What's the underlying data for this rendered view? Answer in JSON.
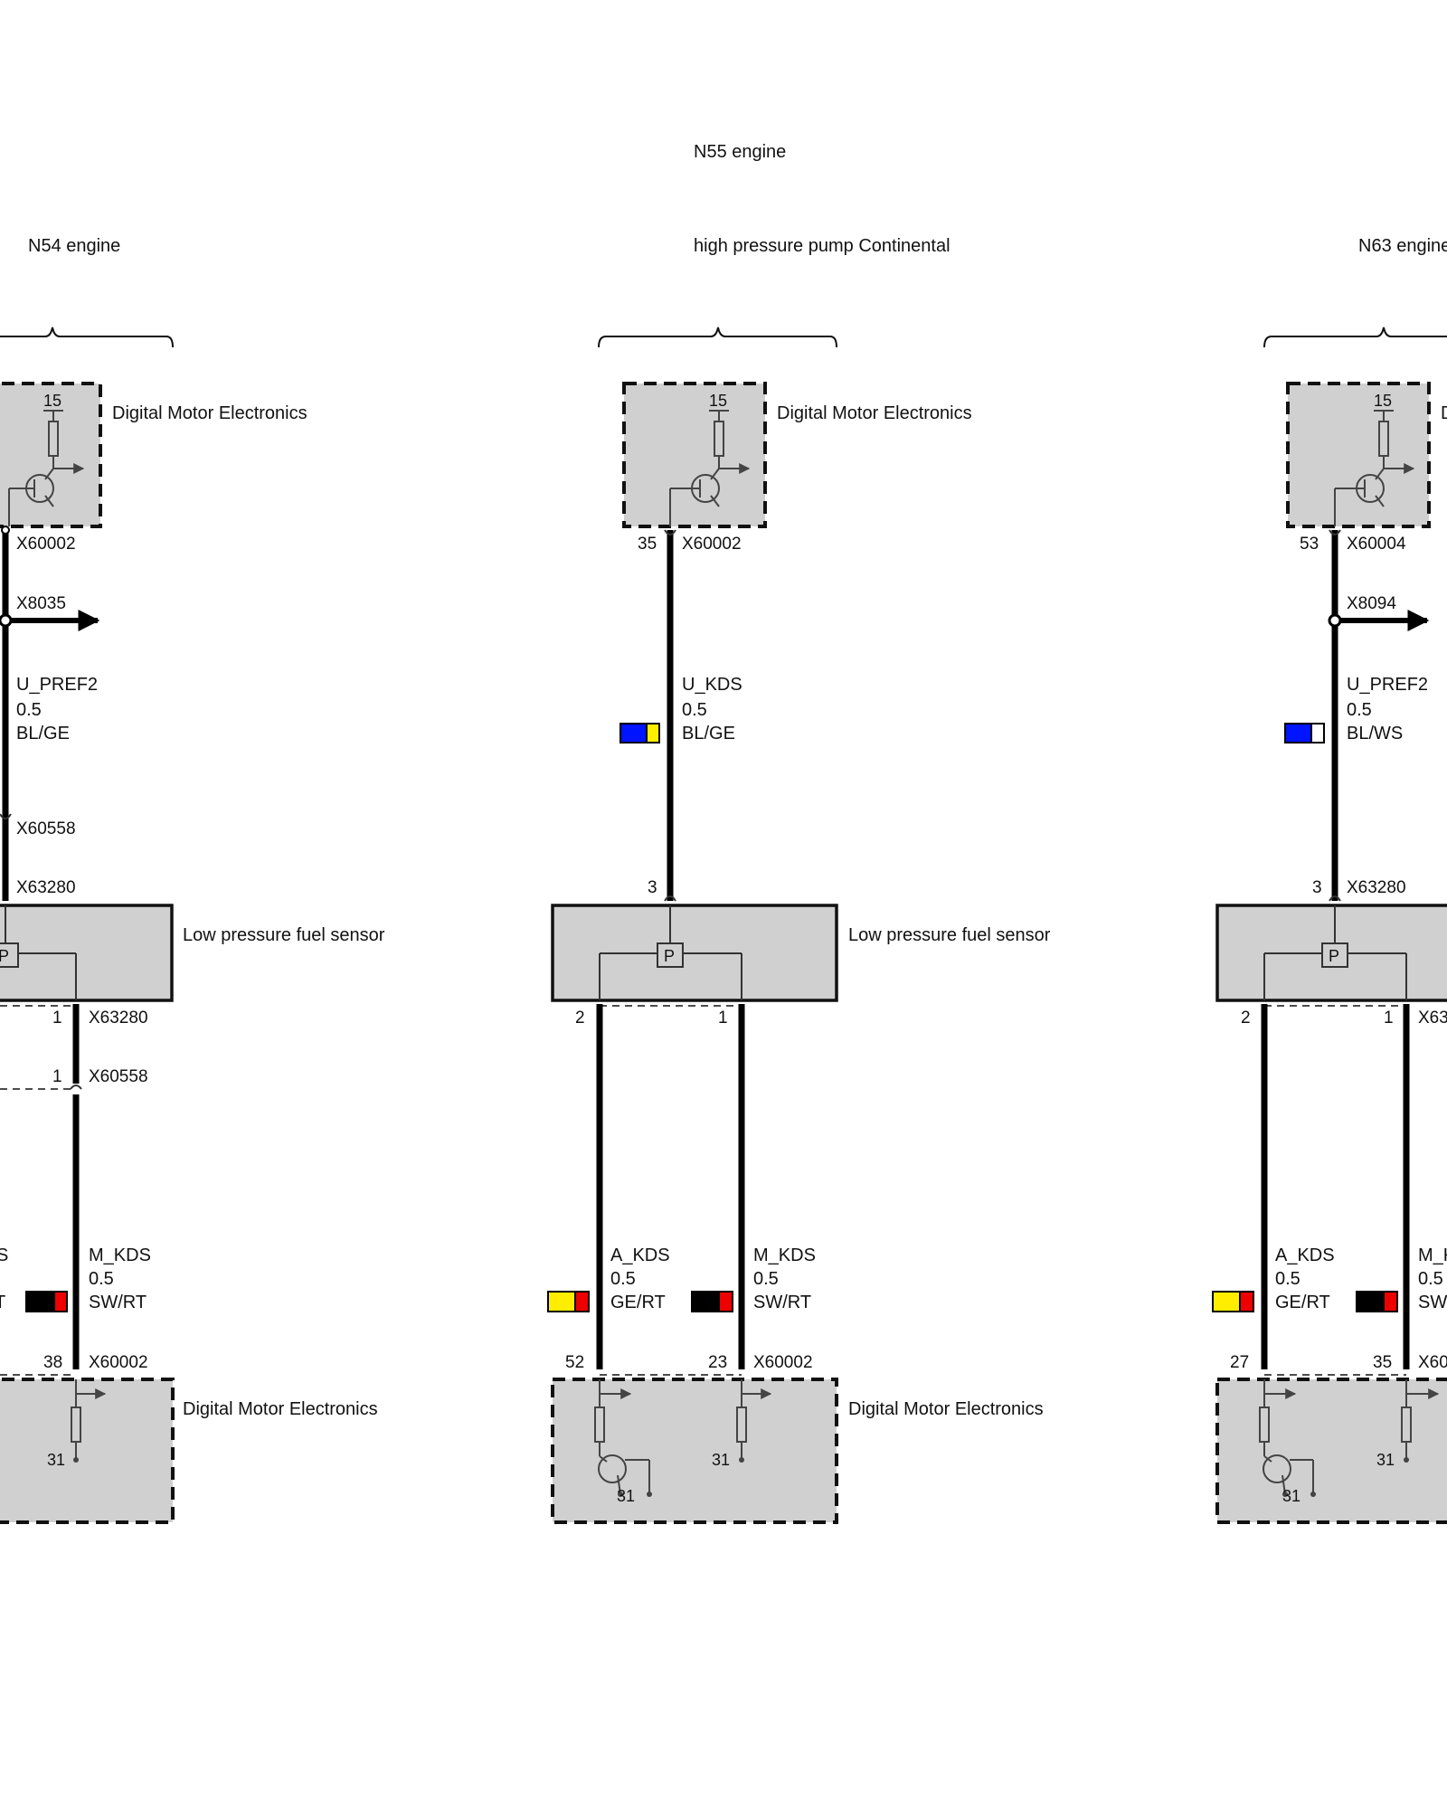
{
  "header": {
    "n55_title": "N55 engine",
    "n54_title": "N54 engine",
    "n55_subtitle": "high pressure pump Continental",
    "n63_title": "N63 engine"
  },
  "colors": {
    "blue": "#0014ff",
    "yellow": "#ffee00",
    "red": "#ee0000",
    "black": "#000000",
    "white": "#ffffff",
    "module_fill": "#d0d0d0"
  },
  "left": {
    "dme_top_label": "Digital Motor Electronics",
    "dme_top_terminal": "15",
    "conn_x60002_top": "X60002",
    "splice": "X8035",
    "wire1_name": "U_PREF2",
    "wire1_size": "0.5",
    "wire1_color": "BL/GE",
    "conn_x60558_top": "X60558",
    "conn_x63280_top": "X63280",
    "sensor_label": "Low pressure fuel sensor",
    "sensor_symbol": "P",
    "pin_bottom_right": "1",
    "conn_x63280_bottom": "X63280",
    "pin_x60558": "1",
    "conn_x60558_bottom": "X60558",
    "wire_partial_name": "S",
    "wire_partial_color": "T",
    "wire3_name": "M_KDS",
    "wire3_size": "0.5",
    "wire3_color": "SW/RT",
    "pin_38": "38",
    "conn_x60002_bottom": "X60002",
    "dme_bottom_label": "Digital Motor Electronics",
    "ground_31": "31"
  },
  "middle": {
    "dme_top_label": "Digital Motor Electronics",
    "dme_top_terminal": "15",
    "pin_35": "35",
    "conn_x60002_top": "X60002",
    "wire1_name": "U_KDS",
    "wire1_size": "0.5",
    "wire1_color": "BL/GE",
    "pin_3": "3",
    "sensor_label": "Low pressure fuel sensor",
    "sensor_symbol": "P",
    "pin_2": "2",
    "pin_1": "1",
    "wire2_name": "A_KDS",
    "wire2_size": "0.5",
    "wire2_color": "GE/RT",
    "wire3_name": "M_KDS",
    "wire3_size": "0.5",
    "wire3_color": "SW/RT",
    "pin_52": "52",
    "pin_23": "23",
    "conn_x60002_bottom": "X60002",
    "dme_bottom_label": "Digital Motor Electronics",
    "ground_31a": "31",
    "ground_31b": "31"
  },
  "right": {
    "dme_top_label_partial": "D",
    "dme_top_terminal": "15",
    "pin_53": "53",
    "conn_x60004": "X60004",
    "splice": "X8094",
    "wire1_name": "U_PREF2",
    "wire1_size": "0.5",
    "wire1_color": "BL/WS",
    "pin_3": "3",
    "conn_x63280_top": "X63280",
    "sensor_symbol": "P",
    "pin_2": "2",
    "pin_1": "1",
    "conn_bottom_partial": "X63",
    "wire2_name": "A_KDS",
    "wire2_size": "0.5",
    "wire2_color": "GE/RT",
    "wire3_name_partial": "M_K",
    "wire3_size": "0.5",
    "wire3_color_partial": "SW/",
    "pin_27": "27",
    "pin_35": "35",
    "conn_x60_partial": "X60",
    "ground_31a": "31",
    "ground_31b": "31"
  }
}
